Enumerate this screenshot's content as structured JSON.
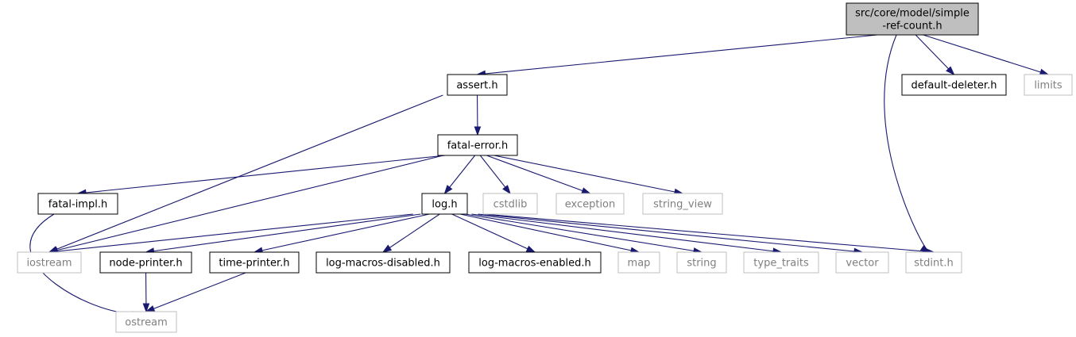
{
  "graph": {
    "nodes": [
      {
        "id": "root",
        "lines": [
          "src/core/model/simple",
          "-ref-count.h"
        ],
        "kind": "root"
      },
      {
        "id": "assert",
        "lines": [
          "assert.h"
        ],
        "kind": "doc"
      },
      {
        "id": "default-deleter",
        "lines": [
          "default-deleter.h"
        ],
        "kind": "doc"
      },
      {
        "id": "limits",
        "lines": [
          "limits"
        ],
        "kind": "sys"
      },
      {
        "id": "fatal-error",
        "lines": [
          "fatal-error.h"
        ],
        "kind": "doc"
      },
      {
        "id": "fatal-impl",
        "lines": [
          "fatal-impl.h"
        ],
        "kind": "doc"
      },
      {
        "id": "log",
        "lines": [
          "log.h"
        ],
        "kind": "doc"
      },
      {
        "id": "cstdlib",
        "lines": [
          "cstdlib"
        ],
        "kind": "sys"
      },
      {
        "id": "exception",
        "lines": [
          "exception"
        ],
        "kind": "sys"
      },
      {
        "id": "string_view",
        "lines": [
          "string_view"
        ],
        "kind": "sys"
      },
      {
        "id": "iostream",
        "lines": [
          "iostream"
        ],
        "kind": "sys"
      },
      {
        "id": "node-printer",
        "lines": [
          "node-printer.h"
        ],
        "kind": "doc"
      },
      {
        "id": "time-printer",
        "lines": [
          "time-printer.h"
        ],
        "kind": "doc"
      },
      {
        "id": "log-macros-disabled",
        "lines": [
          "log-macros-disabled.h"
        ],
        "kind": "doc"
      },
      {
        "id": "log-macros-enabled",
        "lines": [
          "log-macros-enabled.h"
        ],
        "kind": "doc"
      },
      {
        "id": "map",
        "lines": [
          "map"
        ],
        "kind": "sys"
      },
      {
        "id": "string",
        "lines": [
          "string"
        ],
        "kind": "sys"
      },
      {
        "id": "type_traits",
        "lines": [
          "type_traits"
        ],
        "kind": "sys"
      },
      {
        "id": "vector",
        "lines": [
          "vector"
        ],
        "kind": "sys"
      },
      {
        "id": "stdint",
        "lines": [
          "stdint.h"
        ],
        "kind": "sys"
      },
      {
        "id": "ostream",
        "lines": [
          "ostream"
        ],
        "kind": "sys"
      }
    ],
    "edges": [
      {
        "from": "root",
        "to": "assert"
      },
      {
        "from": "root",
        "to": "default-deleter"
      },
      {
        "from": "root",
        "to": "limits"
      },
      {
        "from": "root",
        "to": "stdint"
      },
      {
        "from": "assert",
        "to": "fatal-error"
      },
      {
        "from": "assert",
        "to": "iostream"
      },
      {
        "from": "fatal-error",
        "to": "fatal-impl"
      },
      {
        "from": "fatal-error",
        "to": "log"
      },
      {
        "from": "fatal-error",
        "to": "cstdlib"
      },
      {
        "from": "fatal-error",
        "to": "exception"
      },
      {
        "from": "fatal-error",
        "to": "string_view"
      },
      {
        "from": "fatal-error",
        "to": "iostream"
      },
      {
        "from": "fatal-impl",
        "to": "ostream"
      },
      {
        "from": "log",
        "to": "iostream"
      },
      {
        "from": "log",
        "to": "node-printer"
      },
      {
        "from": "log",
        "to": "time-printer"
      },
      {
        "from": "log",
        "to": "log-macros-disabled"
      },
      {
        "from": "log",
        "to": "log-macros-enabled"
      },
      {
        "from": "log",
        "to": "map"
      },
      {
        "from": "log",
        "to": "string"
      },
      {
        "from": "log",
        "to": "type_traits"
      },
      {
        "from": "log",
        "to": "vector"
      },
      {
        "from": "log",
        "to": "stdint"
      },
      {
        "from": "node-printer",
        "to": "ostream"
      },
      {
        "from": "time-printer",
        "to": "ostream"
      }
    ]
  },
  "colors": {
    "edge": "#191970",
    "root_fill": "#bfbfbf",
    "doc_border": "#000000",
    "sys_border": "#bfbfbf",
    "sys_text": "#7f7f7f"
  }
}
